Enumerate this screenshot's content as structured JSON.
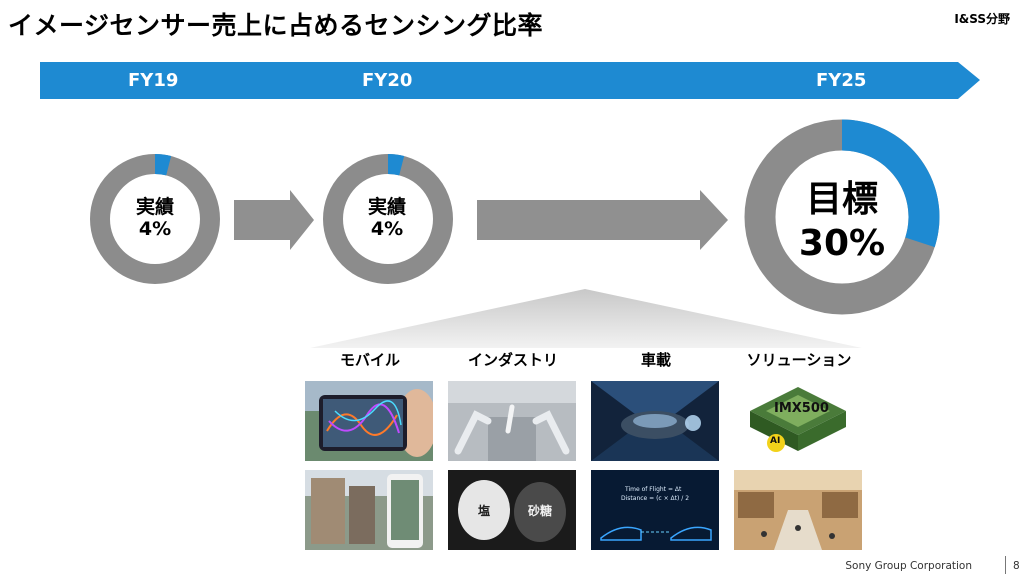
{
  "title": "イメージセンサー売上に占めるセンシング比率",
  "division": "I&SS分野",
  "timeline": {
    "labels": [
      "FY19",
      "FY20",
      "FY25"
    ]
  },
  "donuts": [
    {
      "label": "実績",
      "value_text": "4%",
      "share": 0.04
    },
    {
      "label": "実績",
      "value_text": "4%",
      "share": 0.04
    },
    {
      "label": "目標",
      "value_text": "30%",
      "share": 0.3
    }
  ],
  "categories": [
    {
      "label": "モバイル",
      "images": [
        "smartphone-ar-image",
        "street-navigation-phone-image"
      ]
    },
    {
      "label": "インダストリ",
      "images": [
        "factory-robot-arms-image",
        "sugar-salt-inspection-image"
      ],
      "captions": [
        "塩",
        "砂糖"
      ]
    },
    {
      "label": "車載",
      "images": [
        "car-tunnel-image",
        "time-of-flight-image"
      ],
      "tof_text": [
        "Time of Flight = Δt",
        "Distance = (c × Δt) / 2"
      ]
    },
    {
      "label": "ソリューション",
      "images": [
        "imx500-chip-image",
        "shopping-mall-image"
      ],
      "chip_text": "IMX500",
      "ai_text": "AI"
    }
  ],
  "colors": {
    "accent": "#1e8ad2",
    "gray": "#8c8c8c",
    "arrow_gray": "#909090"
  },
  "footer": {
    "company": "Sony Group Corporation",
    "page": "8"
  }
}
